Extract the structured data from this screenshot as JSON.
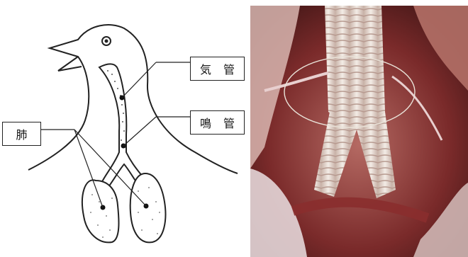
{
  "labels": {
    "trachea": "気 管",
    "syrinx": "鳴 管",
    "lung": "肺"
  },
  "colors": {
    "line": "#222222",
    "photo_bg": "#3a1b1b",
    "tissue_red": "#7a2424",
    "tissue_pink": "#c98a86",
    "cartilage": "#e6dcd2"
  },
  "icons": {
    "trachea_marker": "dot",
    "syrinx_marker": "dot",
    "lung_marker": "dot"
  }
}
